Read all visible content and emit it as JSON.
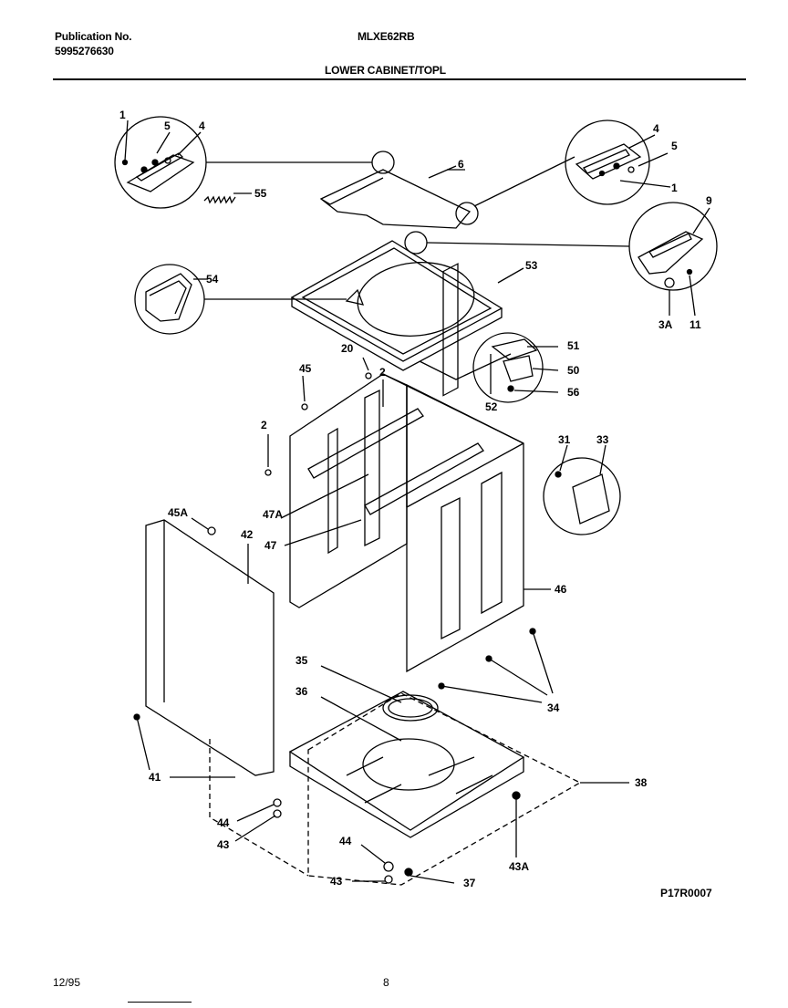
{
  "header": {
    "publication_label": "Publication No.",
    "publication_number": "5995276630",
    "model": "MLXE62RB",
    "section_title": "LOWER CABINET/TOPL"
  },
  "footer": {
    "date": "12/95",
    "page": "8",
    "figure_code": "P17R0007"
  },
  "callouts": [
    {
      "id": "c1a",
      "text": "1"
    },
    {
      "id": "c5a",
      "text": "5"
    },
    {
      "id": "c4a",
      "text": "4"
    },
    {
      "id": "c55",
      "text": "55"
    },
    {
      "id": "c6",
      "text": "6"
    },
    {
      "id": "c4b",
      "text": "4"
    },
    {
      "id": "c5b",
      "text": "5"
    },
    {
      "id": "c1b",
      "text": "1"
    },
    {
      "id": "c9",
      "text": "9"
    },
    {
      "id": "c3A",
      "text": "3A"
    },
    {
      "id": "c11",
      "text": "11"
    },
    {
      "id": "c54",
      "text": "54"
    },
    {
      "id": "c53",
      "text": "53"
    },
    {
      "id": "c20",
      "text": "20"
    },
    {
      "id": "c45",
      "text": "45"
    },
    {
      "id": "c2a",
      "text": "2"
    },
    {
      "id": "c51",
      "text": "51"
    },
    {
      "id": "c50",
      "text": "50"
    },
    {
      "id": "c56",
      "text": "56"
    },
    {
      "id": "c52",
      "text": "52"
    },
    {
      "id": "c2b",
      "text": "2"
    },
    {
      "id": "c31",
      "text": "31"
    },
    {
      "id": "c33",
      "text": "33"
    },
    {
      "id": "c47A",
      "text": "47A"
    },
    {
      "id": "c45A",
      "text": "45A"
    },
    {
      "id": "c42",
      "text": "42"
    },
    {
      "id": "c47",
      "text": "47"
    },
    {
      "id": "c46",
      "text": "46"
    },
    {
      "id": "c35",
      "text": "35"
    },
    {
      "id": "c36",
      "text": "36"
    },
    {
      "id": "c34",
      "text": "34"
    },
    {
      "id": "c38",
      "text": "38"
    },
    {
      "id": "c41",
      "text": "41"
    },
    {
      "id": "c44a",
      "text": "44"
    },
    {
      "id": "c43a",
      "text": "43"
    },
    {
      "id": "c44b",
      "text": "44"
    },
    {
      "id": "c43b",
      "text": "43"
    },
    {
      "id": "c37",
      "text": "37"
    },
    {
      "id": "c43A",
      "text": "43A"
    }
  ]
}
